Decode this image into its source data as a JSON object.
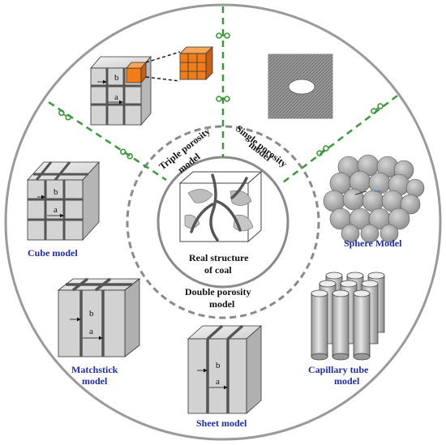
{
  "center": {
    "line1": "Real structure",
    "line2": "of coal"
  },
  "rings": {
    "triple": [
      "Triple porosity",
      "model"
    ],
    "single": [
      "Single porosity",
      "model"
    ],
    "double": [
      "Double porosity",
      "model"
    ]
  },
  "models": {
    "cube": "Cube model",
    "sphere": "Sphere Model",
    "matchstick": [
      "Matchstick",
      "model"
    ],
    "sheet": "Sheet model",
    "capillary": [
      "Capillary tube",
      "model"
    ]
  },
  "dims": {
    "a": "a",
    "b": "b"
  },
  "colors": {
    "ring": "#8a8a8a",
    "dash_green": "#3a9a3a",
    "label_blue": "#1f2bb3",
    "cube_fill": "#d8d8d8",
    "orange": "#f07d1a"
  }
}
